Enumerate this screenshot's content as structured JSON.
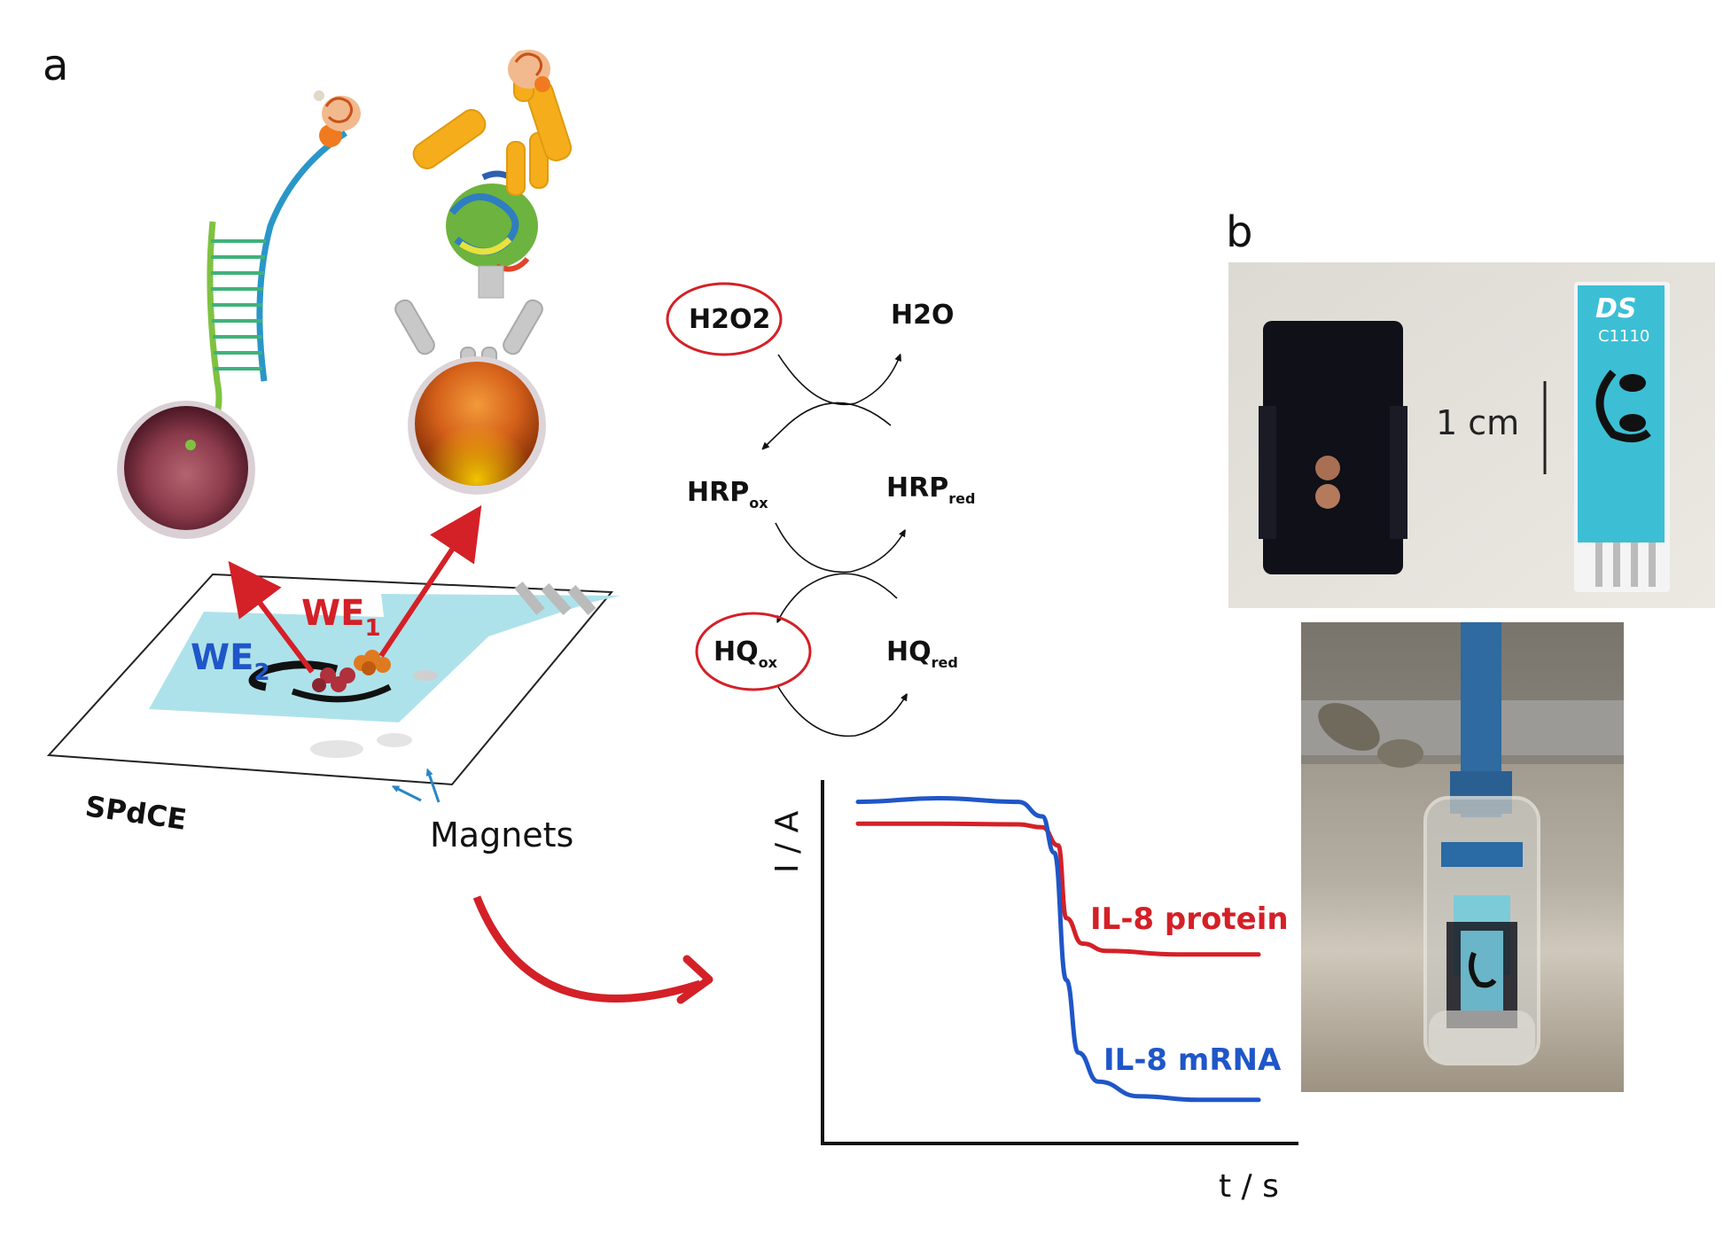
{
  "panels": {
    "a": "a",
    "b": "b"
  },
  "electrode": {
    "we1": "WE",
    "we1_sub": "1",
    "we2": "WE",
    "we2_sub": "2",
    "device": "SPdCE",
    "magnets": "Magnets"
  },
  "cycle": {
    "h2o2": "H2O2",
    "h2o": "H2O",
    "hrp_ox": "HRP",
    "hrp_ox_sub": "ox",
    "hrp_red": "HRP",
    "hrp_red_sub": "red",
    "hq_ox": "HQ",
    "hq_ox_sub": "ox",
    "hq_red": "HQ",
    "hq_red_sub": "red"
  },
  "chart_data": {
    "type": "line",
    "xlabel": "t / s",
    "ylabel": "I / A",
    "series": [
      {
        "name": "IL-8 protein",
        "color": "#d42027",
        "x": [
          0,
          0.2,
          0.4,
          0.46,
          0.5,
          0.52,
          0.56,
          0.62,
          0.8,
          1.0
        ],
        "y": [
          0.88,
          0.88,
          0.878,
          0.87,
          0.82,
          0.62,
          0.55,
          0.53,
          0.52,
          0.52
        ]
      },
      {
        "name": "IL-8 mRNA",
        "color": "#1f56c8",
        "x": [
          0,
          0.2,
          0.4,
          0.46,
          0.49,
          0.52,
          0.55,
          0.6,
          0.7,
          0.85,
          1.0
        ],
        "y": [
          0.94,
          0.95,
          0.94,
          0.9,
          0.8,
          0.45,
          0.25,
          0.17,
          0.13,
          0.12,
          0.12
        ]
      }
    ]
  },
  "photo": {
    "chip_label_1": "DS",
    "chip_label_2": "C1110",
    "scale_label": "1 cm"
  },
  "colors": {
    "red": "#d42027",
    "blue": "#1f56c8",
    "cyan": "#3cbfd4"
  }
}
